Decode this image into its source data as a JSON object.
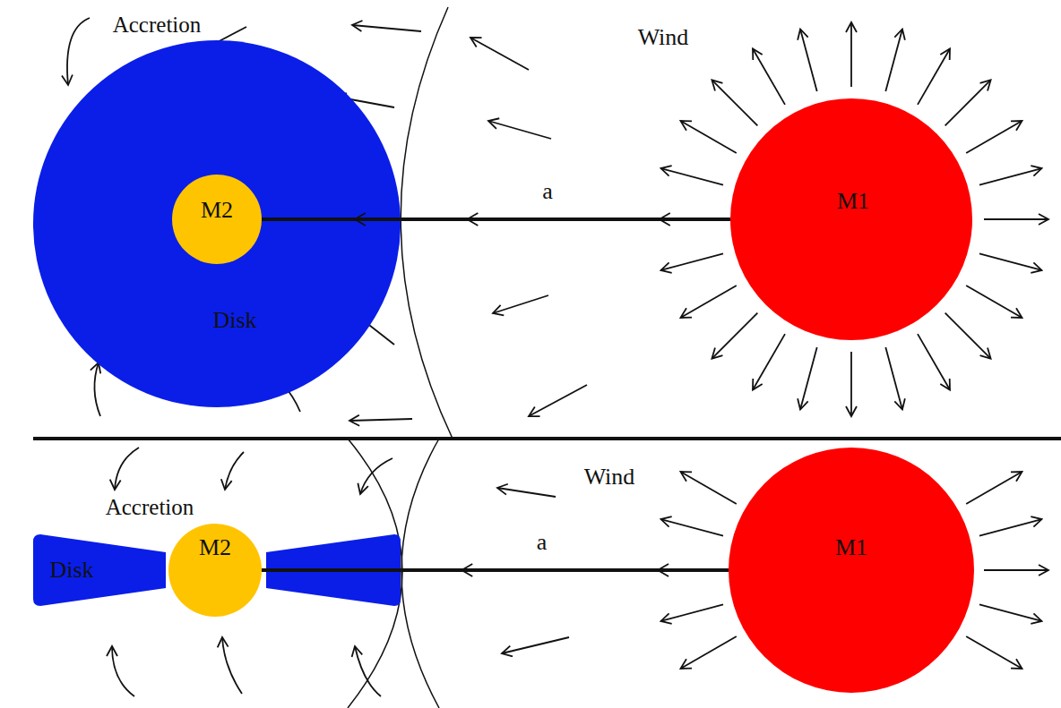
{
  "diagram": {
    "nodes": [
      {
        "text": [
          "Disk"
        ]
      },
      {
        "text": [
          "M2"
        ],
        "in": 0
      },
      {
        "text": [
          "M1"
        ]
      },
      {
        "text": [
          "Disk"
        ]
      },
      {
        "text": [
          "M2"
        ]
      },
      {
        "text": [
          "M1"
        ]
      }
    ],
    "edges": [
      {
        "from": 2,
        "to": 1,
        "label": "a",
        "arrow": "none"
      },
      {
        "from": 5,
        "to": 4,
        "label": "a",
        "arrow": "none"
      }
    ],
    "labels": [
      "Accretion",
      "Wind",
      "Accretion",
      "Wind"
    ]
  }
}
